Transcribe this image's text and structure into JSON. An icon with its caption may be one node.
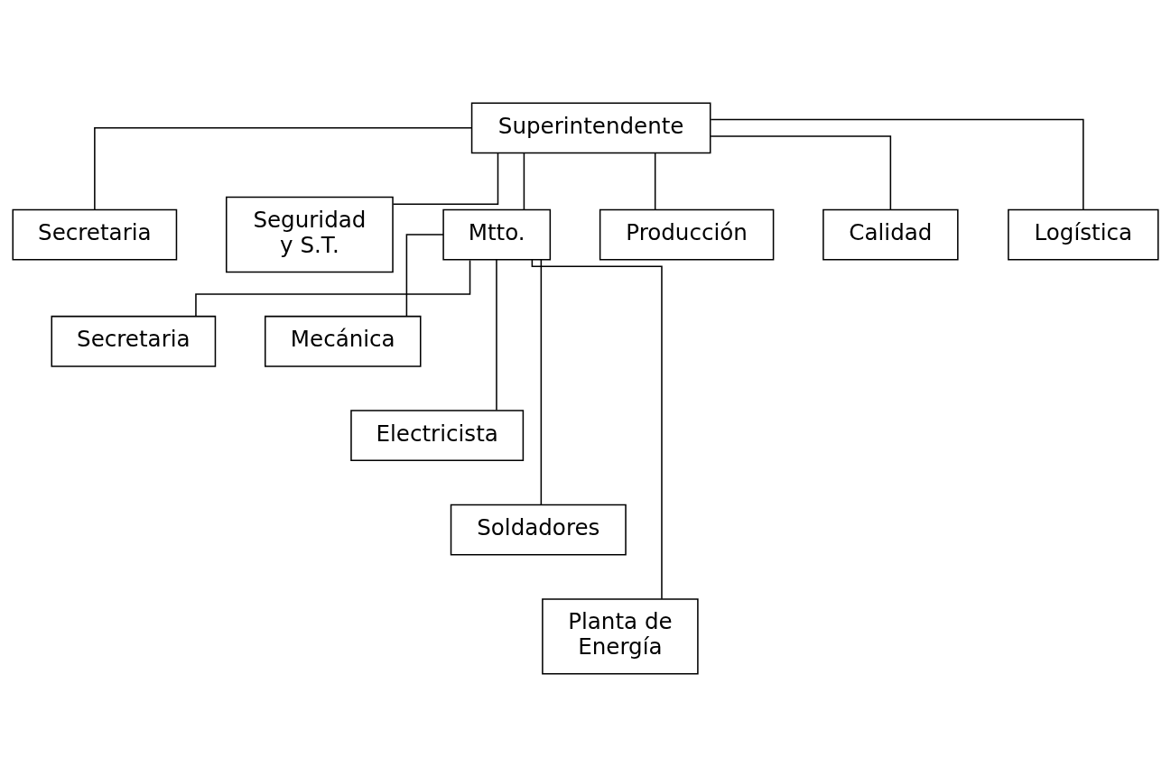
{
  "diagram": {
    "nodes": [
      {
        "text": [
          "Superintendente"
        ]
      },
      {
        "text": [
          "Secretaria"
        ]
      },
      {
        "text": [
          "Seguridad y S.T."
        ]
      },
      {
        "text": [
          "Mtto."
        ]
      },
      {
        "text": [
          "Producción"
        ]
      },
      {
        "text": [
          "Calidad"
        ]
      },
      {
        "text": [
          "Logística"
        ]
      },
      {
        "text": [
          "Secretaria"
        ]
      },
      {
        "text": [
          "Mecánica"
        ]
      },
      {
        "text": [
          "Electricista"
        ]
      },
      {
        "text": [
          "Soldadores"
        ]
      },
      {
        "text": [
          "Planta de Energía"
        ]
      }
    ],
    "edges": [
      {
        "from": 0,
        "to": 1,
        "arrow": "none"
      },
      {
        "from": 0,
        "to": 2,
        "arrow": "none"
      },
      {
        "from": 0,
        "to": 3,
        "arrow": "none"
      },
      {
        "from": 0,
        "to": 4,
        "arrow": "none"
      },
      {
        "from": 0,
        "to": 5,
        "arrow": "none"
      },
      {
        "from": 0,
        "to": 6,
        "arrow": "none"
      },
      {
        "from": 3,
        "to": 7,
        "arrow": "none"
      },
      {
        "from": 3,
        "to": 8,
        "arrow": "none"
      },
      {
        "from": 3,
        "to": 9,
        "arrow": "none"
      },
      {
        "from": 3,
        "to": 10,
        "arrow": "none"
      },
      {
        "from": 3,
        "to": 11,
        "arrow": "none"
      }
    ]
  }
}
